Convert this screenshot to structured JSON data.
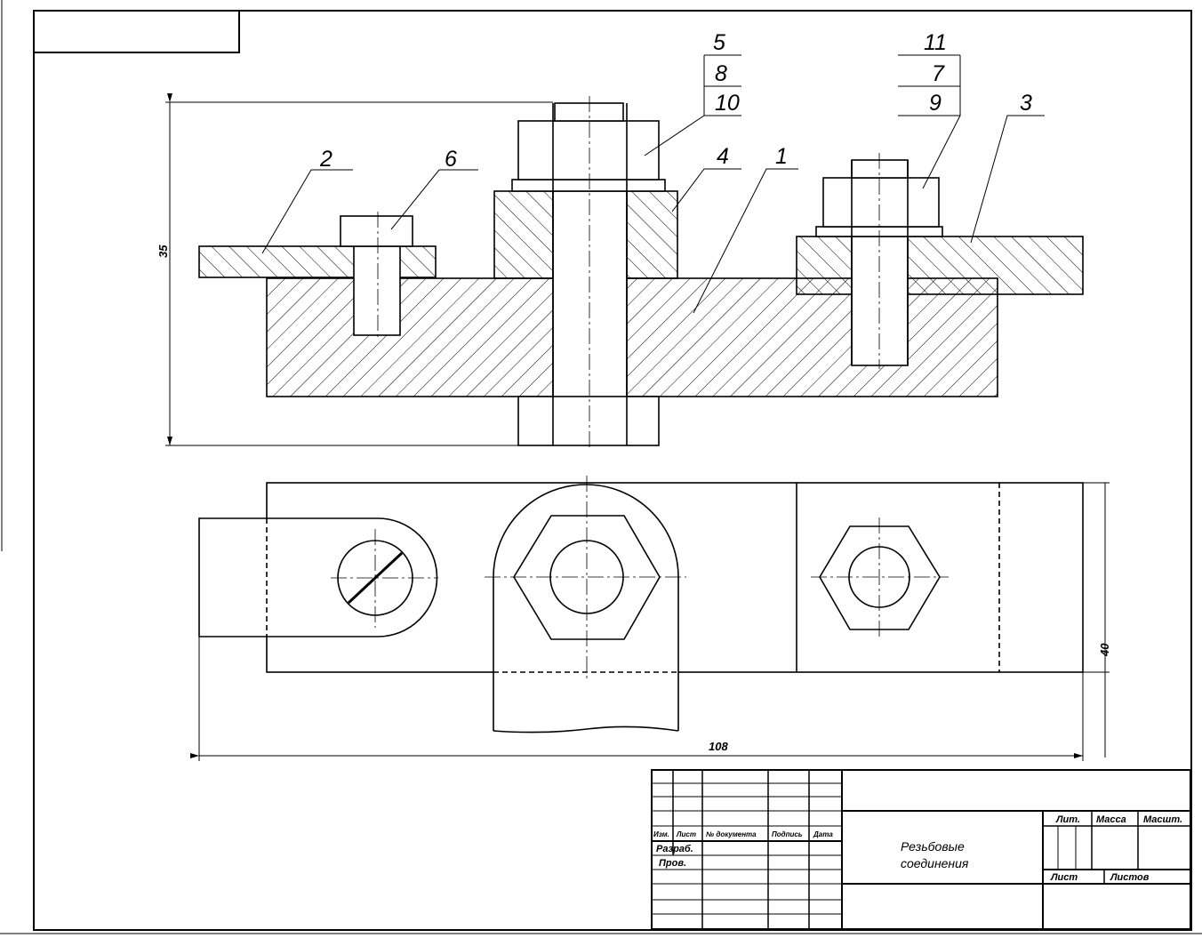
{
  "drawing": {
    "callouts": [
      {
        "id": "1",
        "text": "1"
      },
      {
        "id": "2",
        "text": "2"
      },
      {
        "id": "3",
        "text": "3"
      },
      {
        "id": "4",
        "text": "4"
      },
      {
        "id": "5",
        "text": "5"
      },
      {
        "id": "6",
        "text": "6"
      },
      {
        "id": "7",
        "text": "7"
      },
      {
        "id": "8",
        "text": "8"
      },
      {
        "id": "9",
        "text": "9"
      },
      {
        "id": "10",
        "text": "10"
      },
      {
        "id": "11",
        "text": "11"
      }
    ],
    "dimensions": {
      "height_front": "35",
      "height_top": "40",
      "width": "108"
    }
  },
  "title_block": {
    "headers": {
      "izm": "Изм.",
      "list": "Лист",
      "doc_no": "№ документа",
      "signature": "Подпись",
      "date": "Дата"
    },
    "rows": {
      "developed": "Разраб.",
      "checked": "Пров."
    },
    "title_line1": "Резьбовые",
    "title_line2": "соединения",
    "lit": "Лит.",
    "mass": "Масса",
    "scale": "Масшт.",
    "sheet": "Лист",
    "sheets": "Листов"
  },
  "colors": {
    "line": "#000000",
    "background": "#ffffff"
  }
}
